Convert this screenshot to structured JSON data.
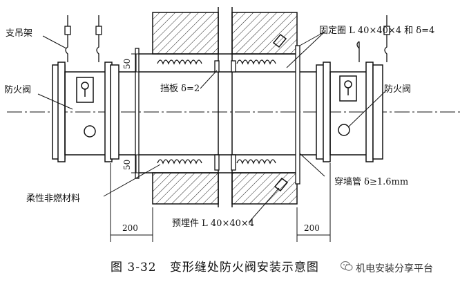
{
  "labels": {
    "hanger": "支吊架",
    "damper_left": "防火阀",
    "damper_right": "防火阀",
    "fixing_ring": "固定圈 L 40×40×4 和 δ=4",
    "baffle": "挡板 δ=2",
    "wall_pipe": "穿墙管 δ≥1.6mm",
    "flexible_material": "柔性非燃材料",
    "embedded_part": "预埋件 L 40×40×4"
  },
  "dimensions": {
    "top_gap": "50",
    "bottom_gap": "50",
    "left_length": "200",
    "right_length": "200"
  },
  "caption": {
    "figure_no": "图 3-32",
    "title": "变形缝处防火阀安装示意图"
  },
  "watermark": {
    "text": "机电安装分享平台"
  }
}
